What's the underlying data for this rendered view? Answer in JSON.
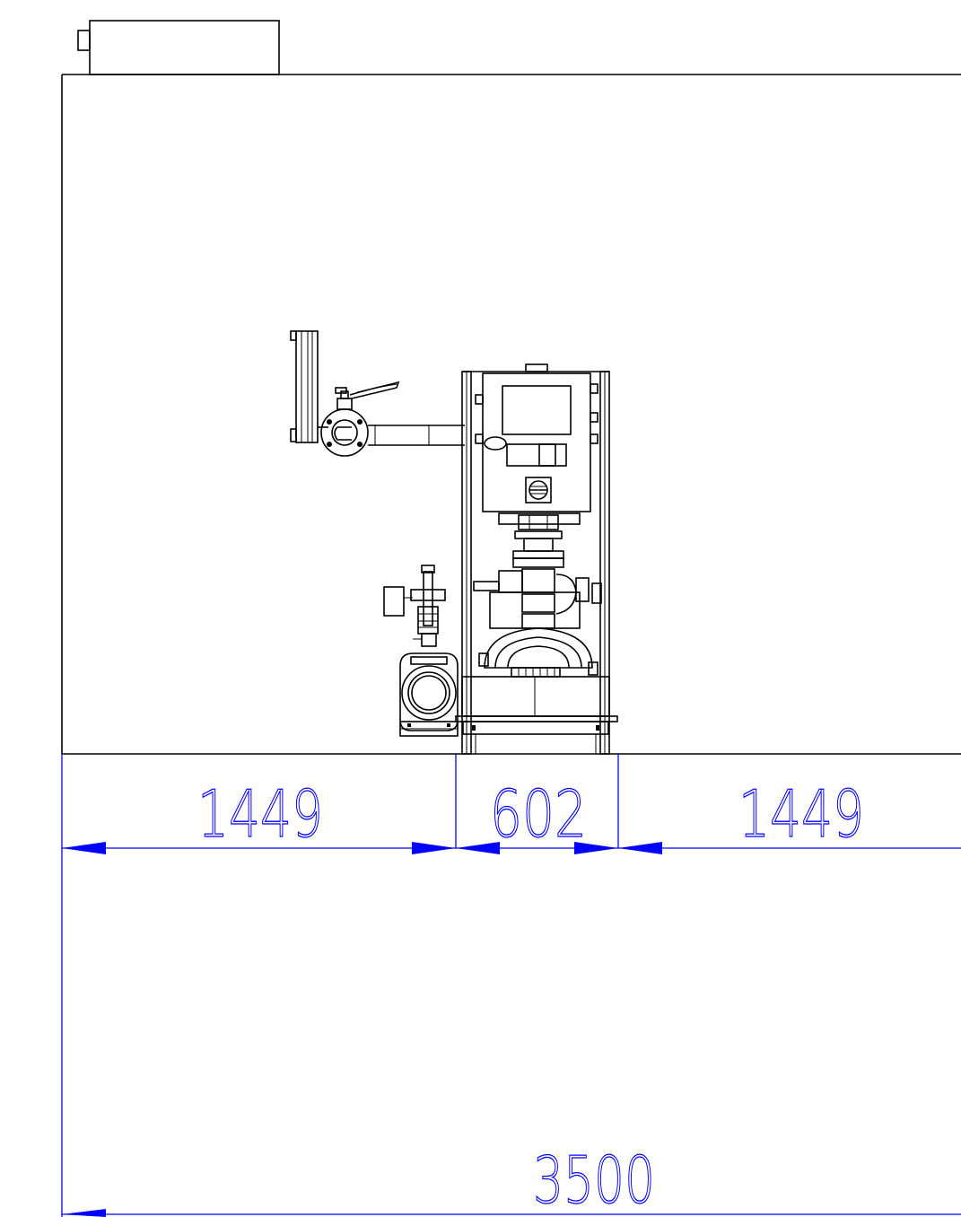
{
  "dimensions": {
    "left": "1449",
    "center": "602",
    "right": "1449",
    "total": "3500"
  },
  "colors": {
    "drawing": "#000000",
    "dimension": "#0000ff",
    "background": "#ffffff"
  }
}
